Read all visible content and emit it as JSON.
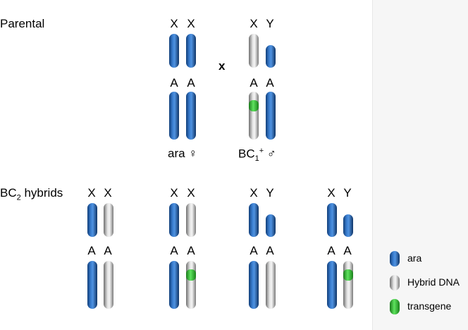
{
  "labels": {
    "parental": "Parental",
    "bc2_prefix": "BC",
    "bc2_sub": "2",
    "bc2_suffix": " hybrids",
    "cross": "x"
  },
  "parents": {
    "female": {
      "name": "ara",
      "symbol": "♀"
    },
    "male": {
      "name": "BC",
      "sub": "1",
      "sup": "+",
      "symbol": "♂"
    }
  },
  "chromosome_letters": {
    "x": "X",
    "y": "Y",
    "a": "A"
  },
  "legend": [
    {
      "label": "ara",
      "color": "blue"
    },
    {
      "label": "Hybrid DNA",
      "color": "gray"
    },
    {
      "label": "transgene",
      "color": "green"
    }
  ]
}
